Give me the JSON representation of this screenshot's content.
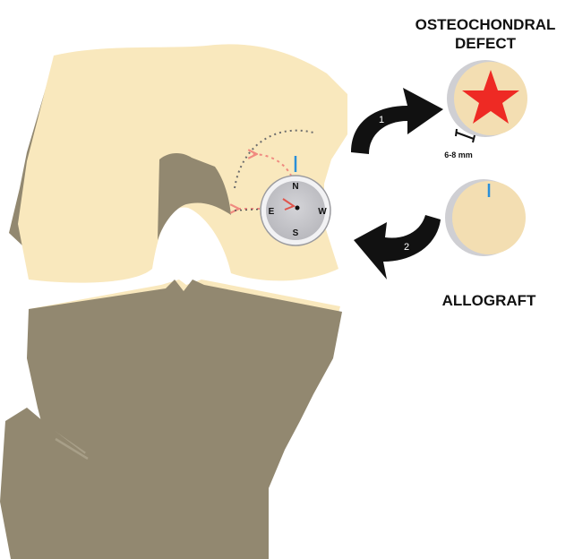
{
  "labels": {
    "defect_line1": "OSTEOCHONDRAL",
    "defect_line2": "DEFECT",
    "allograft": "ALLOGRAFT",
    "size": "6-8 mm",
    "step1": "1",
    "step2": "2"
  },
  "compass": {
    "north": "N",
    "south": "S",
    "east": "E",
    "west": "W"
  },
  "colors": {
    "cartilage": "#f9e8bd",
    "bone": "#928870",
    "graft_surface": "#f3deb2",
    "graft_rim": "#d6d6da",
    "compass_face": "#c9c9cd",
    "defect_star": "#ee2a24",
    "marker_line": "#2a8fd8",
    "guide_arrow": "#f08a80",
    "step_arrow": "#111111"
  },
  "icons": [
    "star-icon",
    "compass-icon",
    "curved-arrow-icon"
  ]
}
